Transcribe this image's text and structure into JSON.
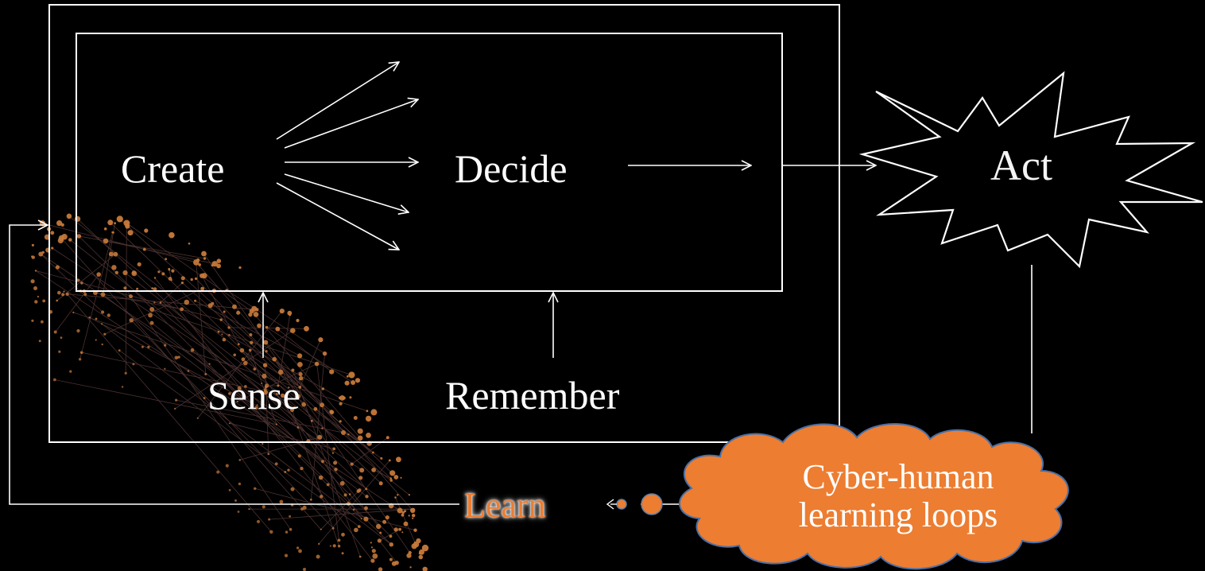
{
  "nodes": {
    "create": "Create",
    "decide": "Decide",
    "act": "Act",
    "sense": "Sense",
    "remember": "Remember",
    "learn": "Learn"
  },
  "callout": {
    "line1": "Cyber-human",
    "line2": "learning loops"
  },
  "colors": {
    "background": "#000000",
    "lines": "#ffffff",
    "accent": "#ed7d31",
    "globe_dots": "#c97a3a",
    "globe_lines": "#8a5a5a"
  }
}
